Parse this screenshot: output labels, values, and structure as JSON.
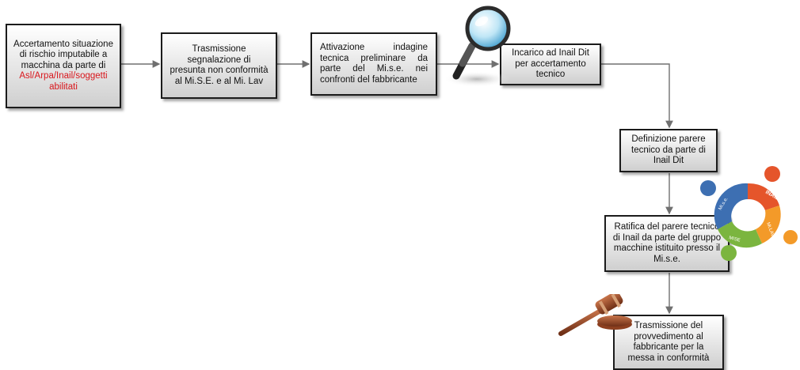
{
  "steps": {
    "s1": {
      "text": "Accertamento situazione di rischio imputabile a macchina da parte di",
      "highlight": "Asl/Arpa/Inail/soggetti abilitati",
      "highlight_color": "#d9161c"
    },
    "s2": {
      "text": "Trasmissione segnalazione di presunta non conformità al Mi.S.E. e al Mi. Lav"
    },
    "s3": {
      "text": "Attivazione indagine tecnica preliminare da parte del Mi.s.e. nei confronti del fabbricante"
    },
    "s4": {
      "text": "Incarico ad Inail Dit per accertamento tecnico"
    },
    "s5": {
      "text": "Definizione parere tecnico da parte di Inail Dit"
    },
    "s6": {
      "text": "Ratifica del parere tecnico di Inail da parte del gruppo macchine istituito presso il Mi.s.e."
    },
    "s7": {
      "text": "Trasmissione del provvedimento al fabbricante per la messa in conformità"
    }
  },
  "team_graphic": {
    "labels": [
      "INAIL",
      "Mi.LAV.",
      "MISE",
      "Mi.s.e."
    ],
    "colors": [
      "#e5552b",
      "#f39a29",
      "#7bb53f",
      "#3d6fb2"
    ]
  },
  "icons": [
    "magnifier-icon",
    "gavel-icon",
    "team-cycle-icon"
  ],
  "connector_color": "#707070"
}
